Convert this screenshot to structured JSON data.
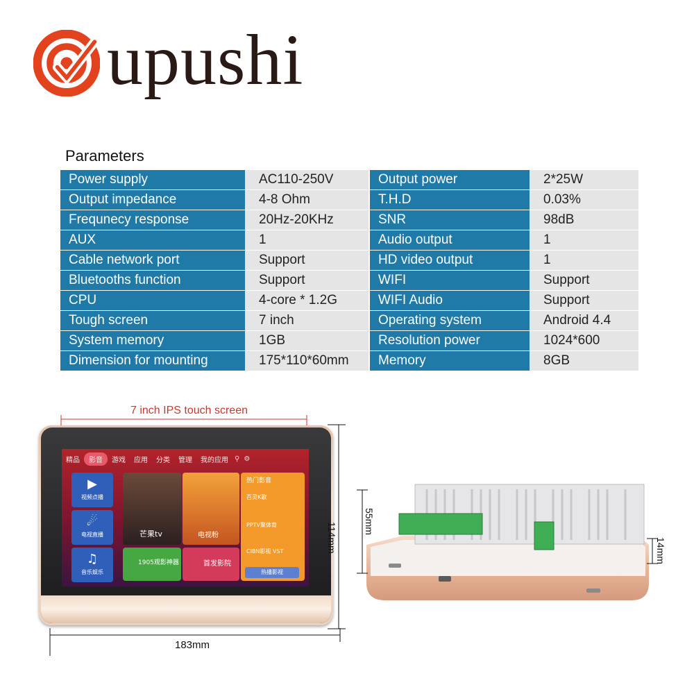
{
  "brand": {
    "name": "upushi",
    "accent": "#e2421e"
  },
  "params": {
    "title": "Parameters",
    "rows": [
      {
        "l1": "Power supply",
        "v1": "AC110-250V",
        "l2": "Output power",
        "v2": "2*25W"
      },
      {
        "l1": "Output impedance",
        "v1": "4-8 Ohm",
        "l2": "T.H.D",
        "v2": "0.03%"
      },
      {
        "l1": "Frequnecy response",
        "v1": "20Hz-20KHz",
        "l2": "SNR",
        "v2": "98dB"
      },
      {
        "l1": "AUX",
        "v1": "1",
        "l2": "Audio output",
        "v2": "1"
      },
      {
        "l1": "Cable network port",
        "v1": "Support",
        "l2": "HD video output",
        "v2": "1"
      },
      {
        "l1": "Bluetooths function",
        "v1": "Support",
        "l2": "WIFI",
        "v2": "Support"
      },
      {
        "l1": "CPU",
        "v1": "4-core * 1.2G",
        "l2": "WIFI  Audio",
        "v2": "Support"
      },
      {
        "l1": "Tough screen",
        "v1": "7 inch",
        "l2": "Operating system",
        "v2": "Android 4.4"
      },
      {
        "l1": "System memory",
        "v1": "1GB",
        "l2": "Resolution power",
        "v2": "1024*600"
      },
      {
        "l1": "Dimension for mounting",
        "v1": "175*110*60mm",
        "l2": "Memory",
        "v2": "8GB"
      }
    ],
    "label_color": "#1f7aa8",
    "value_color": "#e5e5e5"
  },
  "product": {
    "screen_label": "7 inch IPS touch screen",
    "width_label": "183mm",
    "height_label": "114mm",
    "depth_label": "55mm",
    "thickness_label": "14mm",
    "tabs": [
      "精品",
      "影音",
      "游戏",
      "应用",
      "分类",
      "管理",
      "我的应用"
    ],
    "side_tiles": [
      "视频点播",
      "电视直播",
      "音乐娱乐"
    ],
    "tiles": {
      "mango": "芒果tv",
      "tvfan": "电视粉",
      "film1905": "1905观影神器",
      "premiere": "首发影院",
      "hot": "热门影音",
      "ktv": "百灵K歌",
      "pptv": "PPTV聚体育",
      "cibn": "CIBN影视 VST",
      "hot_btn": "热播影视"
    }
  }
}
